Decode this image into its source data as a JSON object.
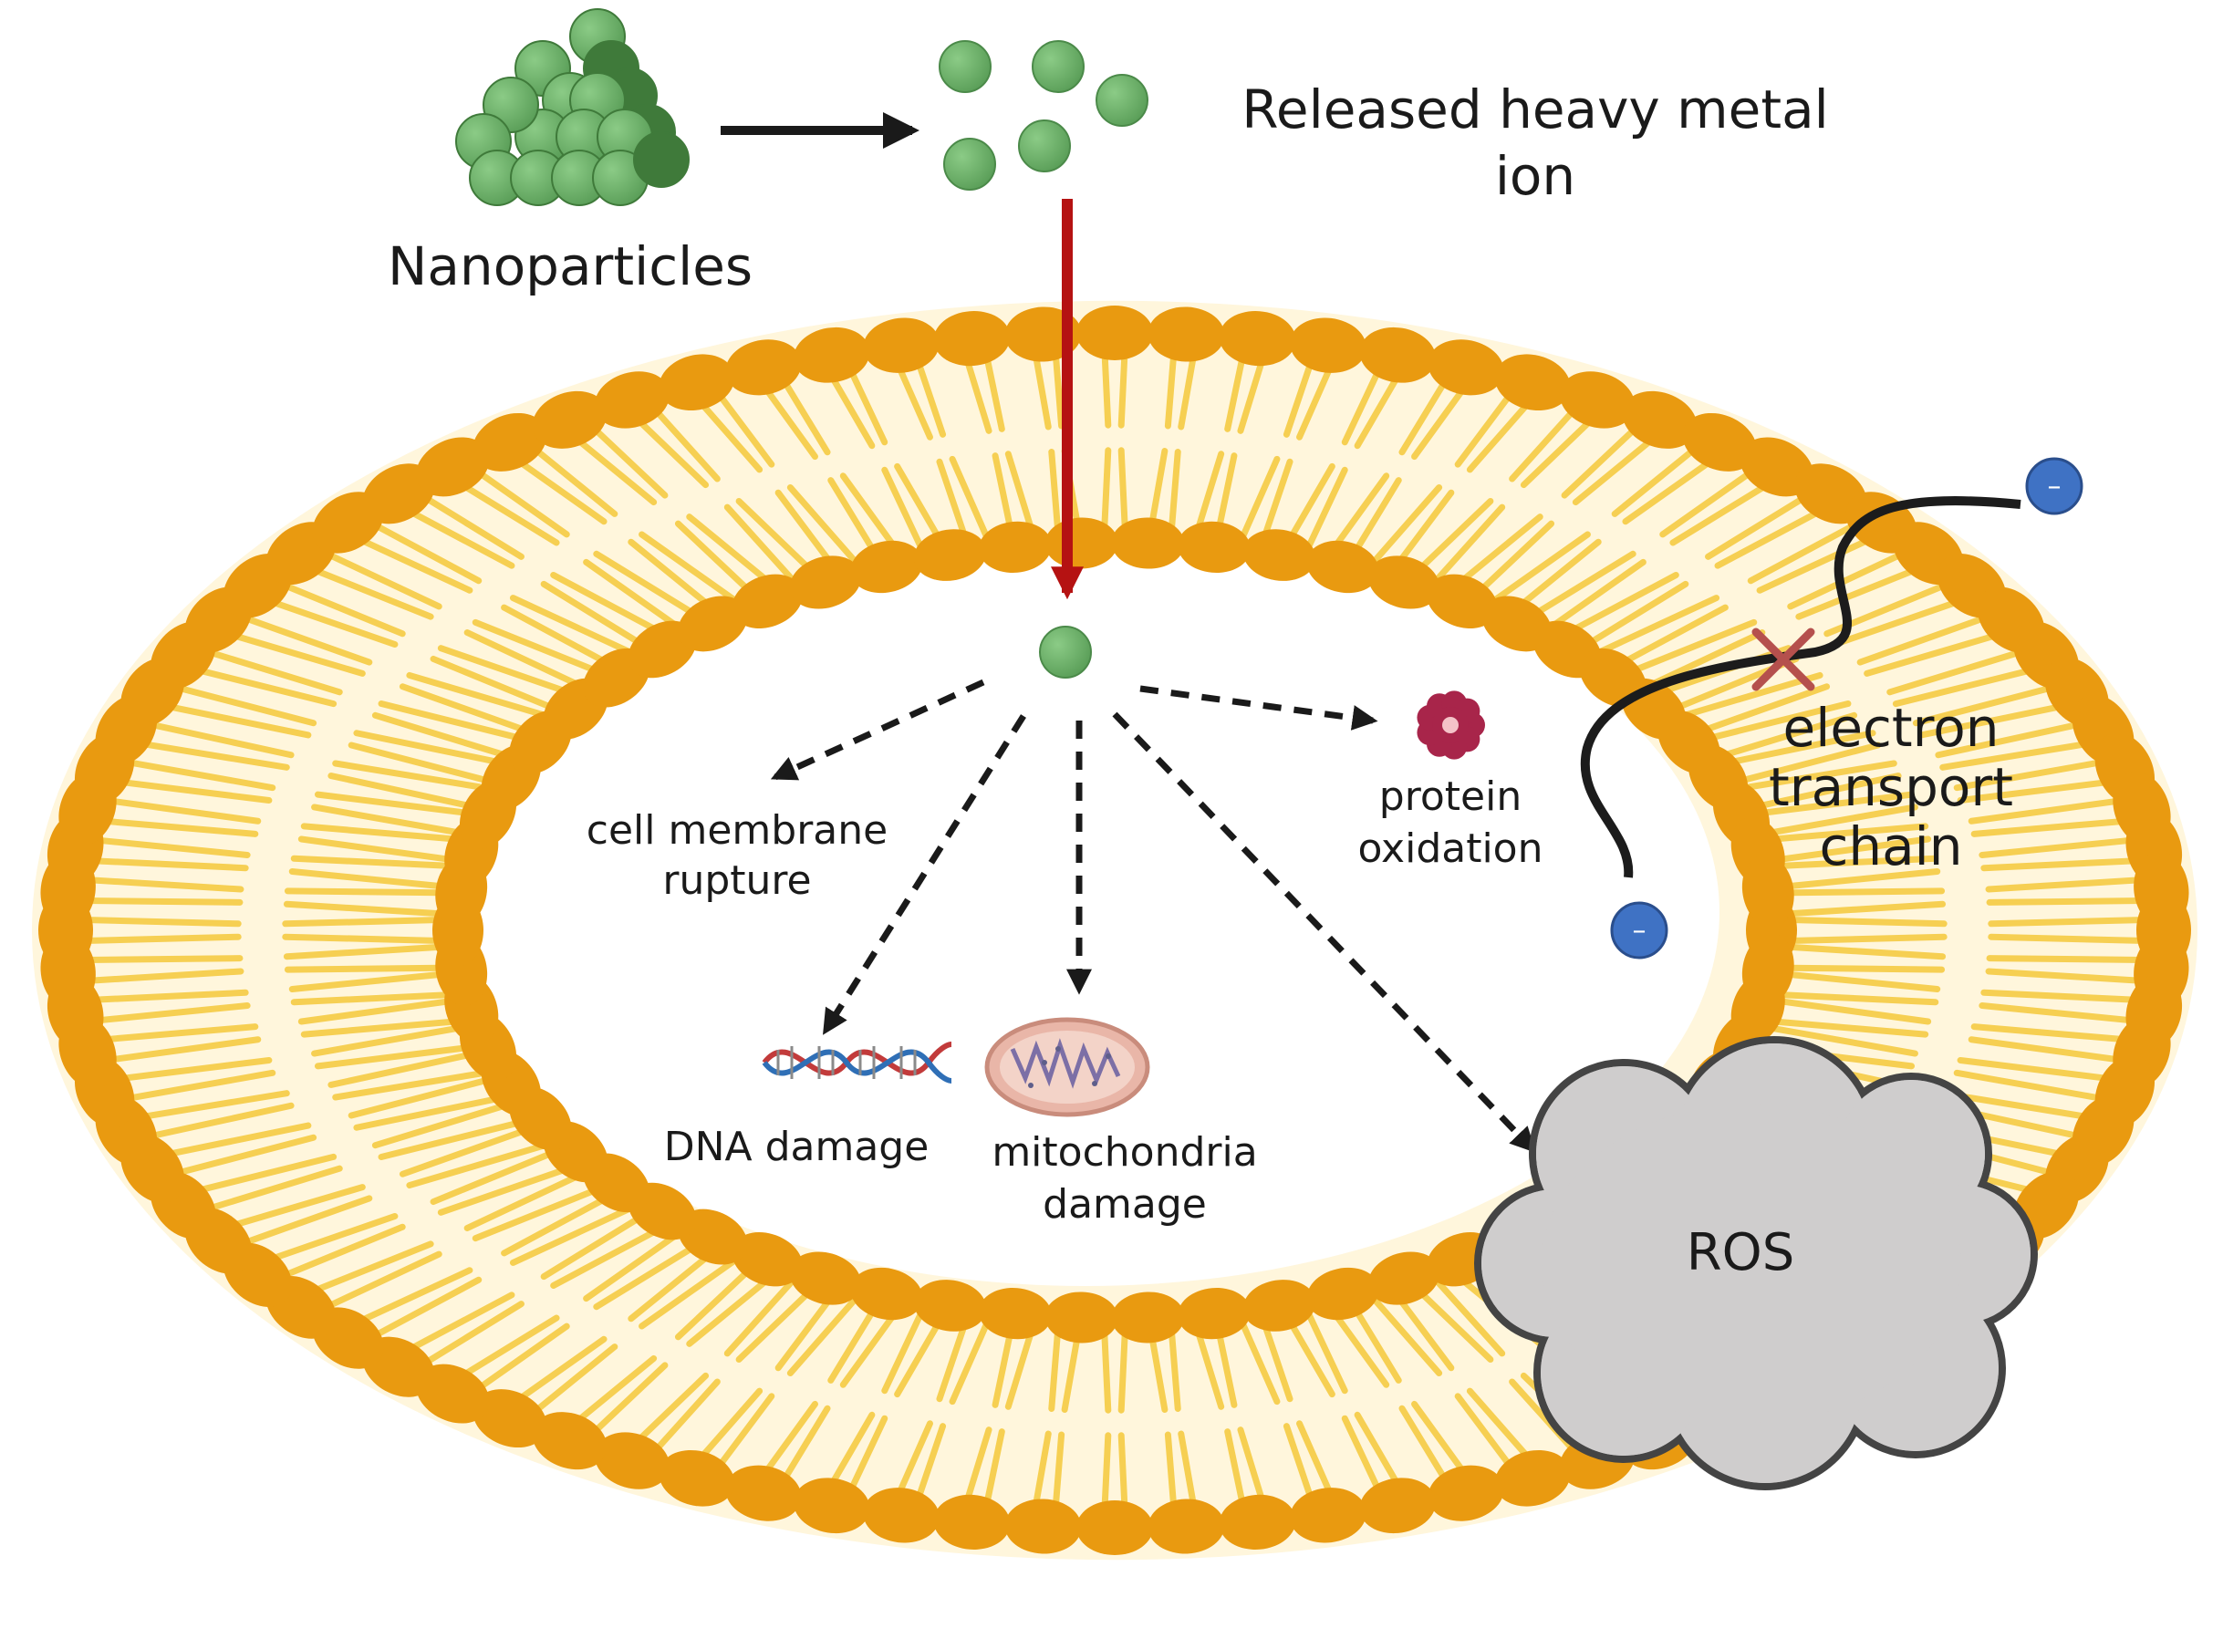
{
  "labels": {
    "nanoparticles": "Nanoparticles",
    "released_line1": "Released heavy metal",
    "released_line2": "ion",
    "cell_membrane_line1": "cell membrane",
    "cell_membrane_line2": "rupture",
    "dna_damage": "DNA damage",
    "mito_line1": "mitochondria",
    "mito_line2": "damage",
    "protein_line1": "protein",
    "protein_line2": "oxidation",
    "etc_line1": "electron",
    "etc_line2": "transport",
    "etc_line3": "chain",
    "ros": "ROS",
    "electron_symbol": "–"
  },
  "colors": {
    "lipid_head": "#E99A10",
    "lipid_tail": "#F6CF52",
    "membrane_fill": "#FFF6DC",
    "nanoparticle": "#6DB36D",
    "nanoparticle_dark": "#3F7A3A",
    "entry_arrow": "#B51212",
    "ros_cloud": "#CFCDCD",
    "electron": "#3F72C4",
    "inhibition_x": "#B5504D"
  }
}
